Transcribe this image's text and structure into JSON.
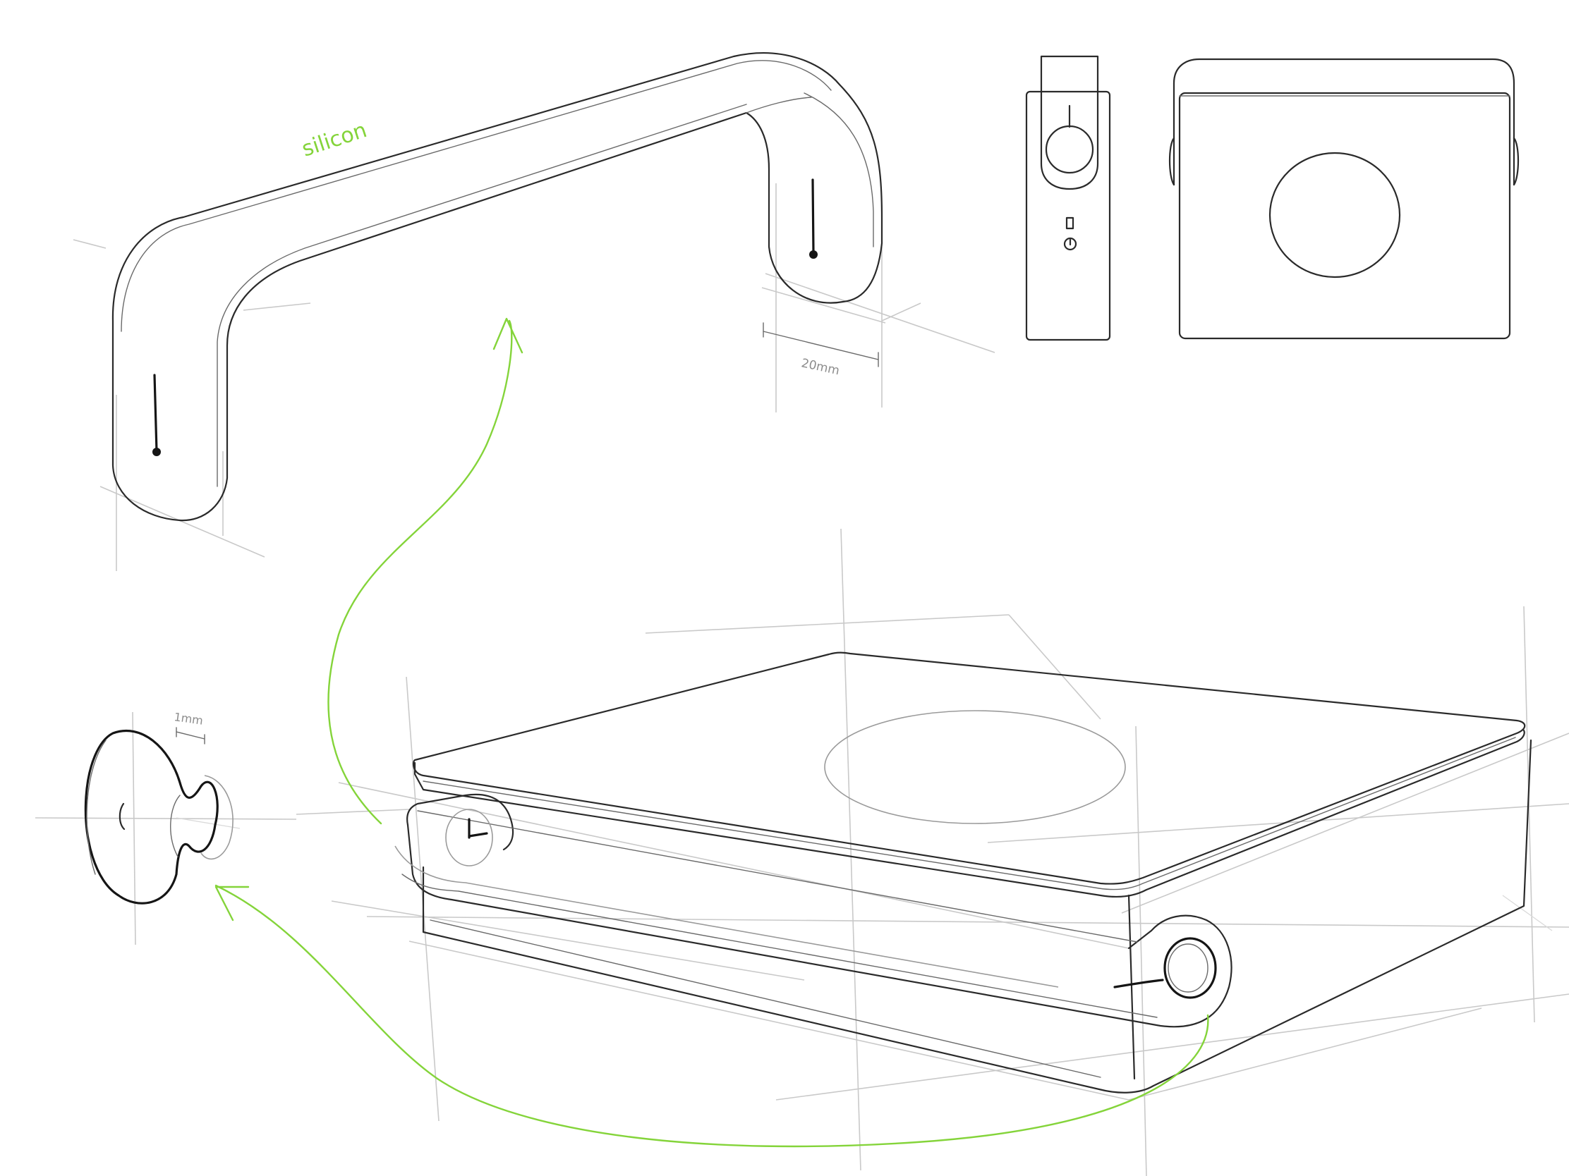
{
  "annotations": {
    "material": "silicon",
    "handle_width": "20mm",
    "clearance": "1mm"
  },
  "colors": {
    "ink": "#2a2a2a",
    "guide": "#c9c9c9",
    "accent_green": "#84d43a"
  }
}
